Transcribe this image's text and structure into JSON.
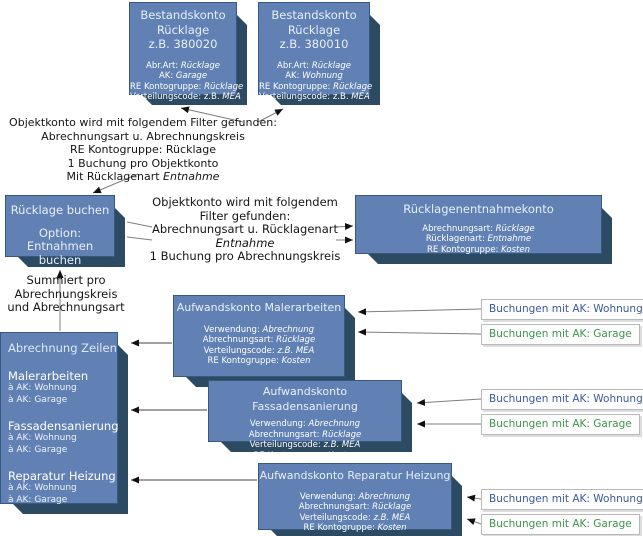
{
  "colors": {
    "box_fill": "#6181b4",
    "box_border": "#35597f",
    "box_shadow": "#2d4a63",
    "box_text": "#ffffff",
    "tag_blue_text": "#3b5a9b",
    "tag_green_text": "#3f944c",
    "wire": "#7d7d7d",
    "arrowhead": "#111111"
  },
  "top_boxes": [
    {
      "title": [
        "Bestandskonto",
        "Rücklage",
        "z.B. 380020"
      ],
      "attrs": [
        {
          "label": "Abr.Art:",
          "value": "Rücklage"
        },
        {
          "label": "AK:",
          "value": "Garage"
        },
        {
          "label": "RE Kontogruppe:",
          "value": "Rücklage"
        },
        {
          "label": "Verteilungscode: z.B.",
          "value": "MEA"
        }
      ]
    },
    {
      "title": [
        "Bestandskonto",
        "Rücklage",
        "z.B. 380010"
      ],
      "attrs": [
        {
          "label": "Abr.Art:",
          "value": "Rücklage"
        },
        {
          "label": "AK:",
          "value": "Wohnung"
        },
        {
          "label": "RE Kontogruppe:",
          "value": "Rücklage"
        },
        {
          "label": "Verteilungscode: z.B.",
          "value": "MEA"
        }
      ]
    }
  ],
  "filter_top": {
    "lines": [
      "Objektkonto wird mit folgendem Filter gefunden:",
      "Abrechnungsart u. Abrechnungskreis",
      "RE Kontogruppe: Rücklage",
      "1 Buchung pro Objektkonto"
    ],
    "last_prefix": "Mit Rücklagenart",
    "last_italic": "Entnahme"
  },
  "ruecklage_box": {
    "title": "Rücklage buchen",
    "option_label": "Option:",
    "option_value": "Entnahmen buchen"
  },
  "filter_mid": {
    "lines": [
      "Objektkonto wird mit folgendem",
      "Filter gefunden:",
      "Abrechnungsart u. Rücklagenart"
    ],
    "italic_line": "Entnahme",
    "last_line": "1 Buchung pro Abrechnungskreis"
  },
  "entnahme_box": {
    "title": "Rücklagenentnahmekonto",
    "attrs": [
      {
        "label": "Abrechnungsart:",
        "value": "Rücklage"
      },
      {
        "label": "Rücklagenart:",
        "value": "Entnahme"
      },
      {
        "label": "RE Kontogruppe:",
        "value": "Kosten"
      }
    ]
  },
  "summiert": {
    "lines": [
      "Summiert pro",
      "Abrechnungskreis",
      "und Abrechnungsart"
    ]
  },
  "zeilen_box": {
    "title": "Abrechnung Zeilen",
    "items": [
      {
        "name": "Malerarbeiten",
        "ak1": "à AK: Wohnung",
        "ak2": "à AK: Garage"
      },
      {
        "name": "Fassadensanierung",
        "ak1": "à AK: Wohnung",
        "ak2": "à AK: Garage"
      },
      {
        "name": "Reparatur Heizung",
        "ak1": "à AK: Wohnung",
        "ak2": "à AK: Garage"
      }
    ]
  },
  "aufwand_boxes": [
    {
      "title": "Aufwandskonto Malerarbeiten",
      "attrs": [
        {
          "label": "Verwendung:",
          "value": "Abrechnung"
        },
        {
          "label": "Abrechnungsart:",
          "value": "Rücklage"
        },
        {
          "label": "Verteilungscode:",
          "value": "z.B. MEA"
        },
        {
          "label": "RE Kontogruppe:",
          "value": "Kosten"
        }
      ]
    },
    {
      "title": "Aufwandskonto Fassadensanierung",
      "attrs": [
        {
          "label": "Verwendung:",
          "value": "Abrechnung"
        },
        {
          "label": "Abrechnungsart:",
          "value": "Rücklage"
        },
        {
          "label": "Verteilungscode:",
          "value": "z.B. MEA"
        },
        {
          "label": "RE Kontogruppe:",
          "value": "Kosten"
        }
      ]
    },
    {
      "title": "Aufwandskonto Reparatur Heizung",
      "attrs": [
        {
          "label": "Verwendung:",
          "value": "Abrechnung"
        },
        {
          "label": "Abrechnungsart:",
          "value": "Rücklage"
        },
        {
          "label": "Verteilungscode:",
          "value": "z.B. MEA"
        },
        {
          "label": "RE Kontogruppe:",
          "value": "Kosten"
        }
      ]
    }
  ],
  "buchungen": {
    "wohnung": "Buchungen mit AK: Wohnung",
    "garage": "Buchungen mit AK: Garage"
  }
}
